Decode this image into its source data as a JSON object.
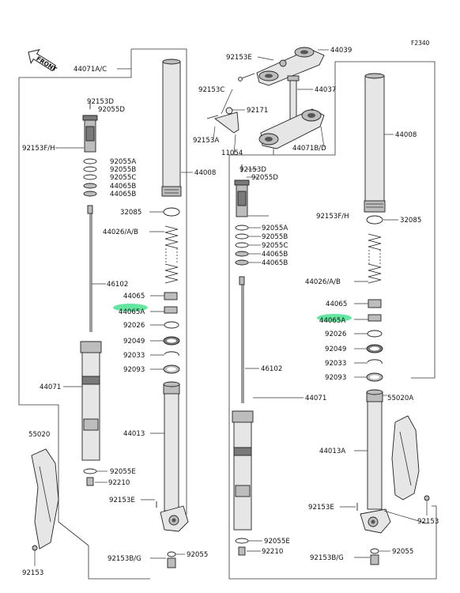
{
  "diagram_code": "F2340",
  "front_label": "FRONT",
  "highlight_color": "#49e08f",
  "labels": {
    "l_44071ac": "44071A/C",
    "l_92153e_top": "92153E",
    "l_44039": "44039",
    "l_44037": "44037",
    "l_92153c": "92153C",
    "l_92171": "92171",
    "l_92153a": "92153A",
    "l_11054": "11054",
    "l_44071bd": "44071B/D",
    "l_44008_r": "44008",
    "l_92153d_l": "92153D",
    "l_92055d_l": "92055D",
    "l_92153fh_l": "92153F/H",
    "l_92055a_l": "92055A",
    "l_92055b_l": "92055B",
    "l_92055c_l": "92055C",
    "l_44065b1_l": "44065B",
    "l_44065b2_l": "44065B",
    "l_44008_l": "44008",
    "l_32085_l": "32085",
    "l_44026_l": "44026/A/B",
    "l_46102_l": "46102",
    "l_44065_l": "44065",
    "l_44065a_l": "44065A",
    "l_92026_l": "92026",
    "l_92049_l": "92049",
    "l_92033_l": "92033",
    "l_92093_l": "92093",
    "l_44071_l": "44071",
    "l_44013_l": "44013",
    "l_55020": "55020",
    "l_92055e_l": "92055E",
    "l_92210_l": "92210",
    "l_92153e_l": "92153E",
    "l_92153bg_l": "92153B/G",
    "l_92055_l": "92055",
    "l_92153_l": "92153",
    "l_92153d_r": "92153D",
    "l_92055d_r": "92055D",
    "l_92153fh_r": "92153F/H",
    "l_32085_r": "32085",
    "l_92055a_r": "92055A",
    "l_92055b_r": "92055B",
    "l_92055c_r": "92055C",
    "l_44065b1_r": "44065B",
    "l_44065b2_r": "44065B",
    "l_44026_r": "44026/A/B",
    "l_44065_r": "44065",
    "l_44065a_r": "44065A",
    "l_92026_r": "92026",
    "l_92049_r": "92049",
    "l_92033_r": "92033",
    "l_92093_r": "92093",
    "l_46102_r": "46102",
    "l_44071_r": "44071",
    "l_55020a": "55020A",
    "l_44013a_r": "44013A",
    "l_92153e_r": "92153E",
    "l_92153_r": "92153",
    "l_92055e_r": "92055E",
    "l_92210_r": "92210",
    "l_92153bg_r": "92153B/G",
    "l_92055_r": "92055"
  }
}
